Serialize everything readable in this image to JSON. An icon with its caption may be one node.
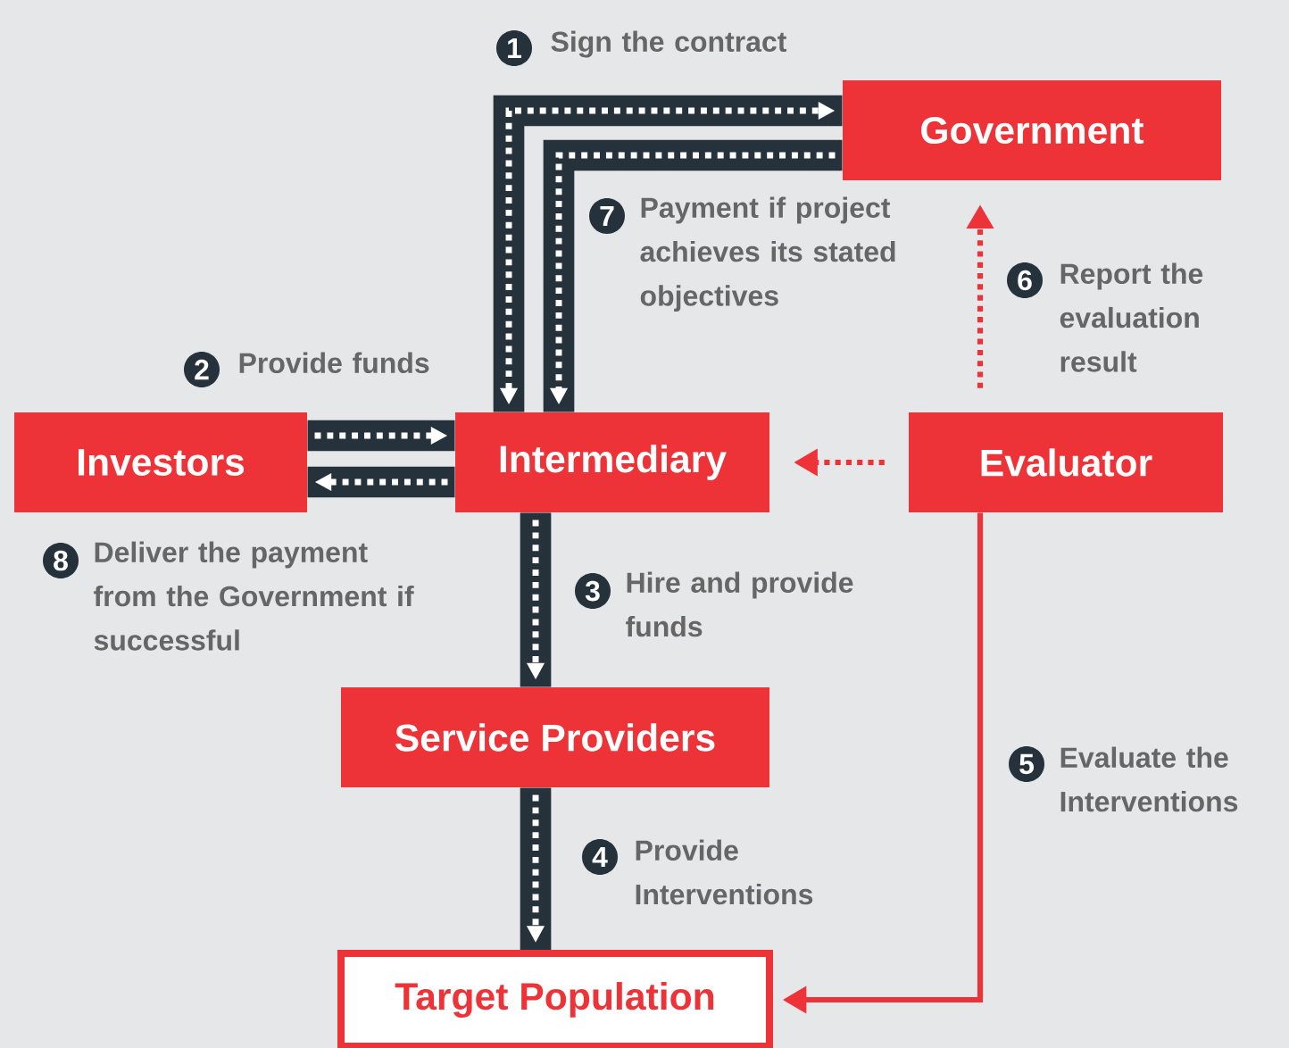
{
  "diagram": {
    "nodes": [
      {
        "text": [
          "Government"
        ]
      },
      {
        "text": [
          "Investors"
        ]
      },
      {
        "text": [
          "Intermediary"
        ]
      },
      {
        "text": [
          "Evaluator"
        ]
      },
      {
        "text": [
          "Service Providers"
        ]
      },
      {
        "text": [
          "Target Population"
        ]
      }
    ],
    "edges": [
      {
        "from": 2,
        "to": 0,
        "arrow": "both",
        "label": "Sign the contract"
      },
      {
        "from": 0,
        "to": 2,
        "arrow": "to",
        "label": "Payment if project achieves its stated objectives"
      },
      {
        "from": 1,
        "to": 2,
        "arrow": "to",
        "label": "Provide funds"
      },
      {
        "from": 2,
        "to": 1,
        "arrow": "to",
        "label": "Deliver the payment from the Government if successful"
      },
      {
        "from": 2,
        "to": 4,
        "arrow": "to",
        "label": "Hire and provide funds"
      },
      {
        "from": 4,
        "to": 5,
        "arrow": "to",
        "label": "Provide Interventions"
      },
      {
        "from": 3,
        "to": 5,
        "arrow": "to",
        "label": "Evaluate the Interventions",
        "color": "#ee3338"
      },
      {
        "from": 3,
        "to": 0,
        "arrow": "to",
        "label": "Report the evaluation result",
        "style": "dashed",
        "color": "#ee3338"
      },
      {
        "from": 3,
        "to": 2,
        "arrow": "to",
        "style": "dashed",
        "color": "#ee3338"
      }
    ],
    "labels": [
      "1",
      "7",
      "6",
      "2",
      "8",
      "3",
      "5",
      "4"
    ]
  }
}
